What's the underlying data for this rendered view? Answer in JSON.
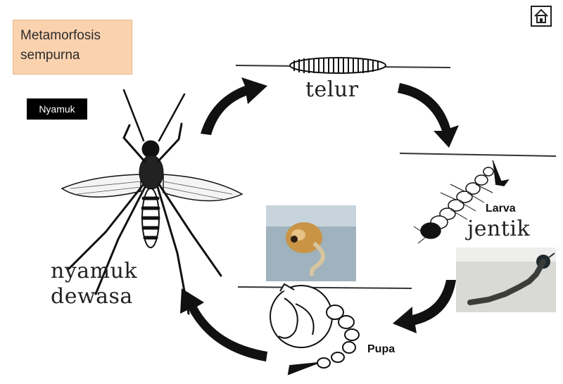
{
  "title": "Metamorfosis sempurna",
  "tag": "Nyamuk",
  "home_icon": "home-icon",
  "stages": {
    "telur": "telur",
    "larva": "Larva",
    "jentik": "jentik",
    "pupa": "Pupa",
    "dewasa_line1": "nyamuk",
    "dewasa_line2": "dewasa"
  },
  "colors": {
    "title_bg": "#fbd2ae",
    "tag_bg": "#000000",
    "arrow": "#111111"
  }
}
